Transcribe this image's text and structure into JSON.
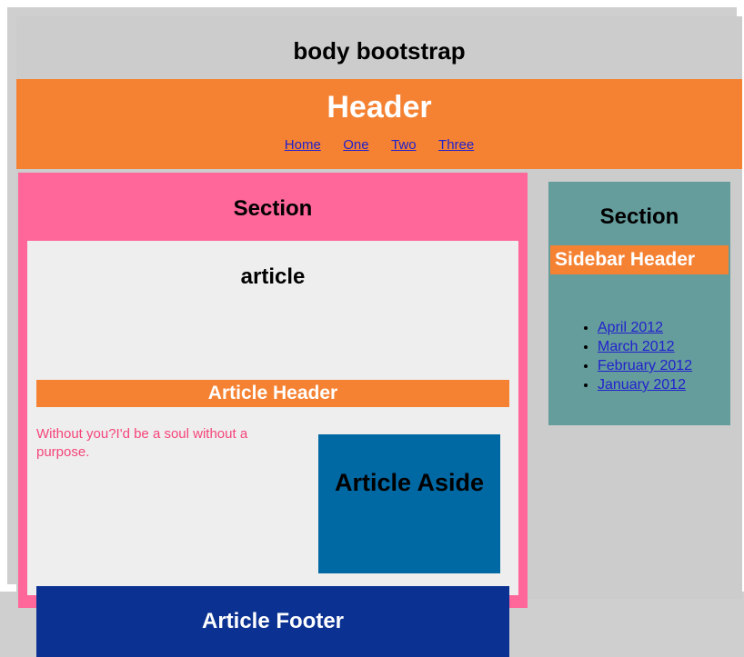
{
  "page": {
    "background_color": "#cfcfcf",
    "frame_color": "#ffffff",
    "body_background_color": "#cccccc",
    "title": "body bootstrap"
  },
  "header": {
    "title": "Header",
    "background_color": "#f58233",
    "text_color": "#ffffff",
    "nav": {
      "link_color": "#2222cc",
      "items": [
        {
          "label": "Home"
        },
        {
          "label": "One"
        },
        {
          "label": "Two"
        },
        {
          "label": "Three"
        }
      ]
    }
  },
  "section": {
    "title": "Section",
    "background_color": "#ff6699",
    "article": {
      "title": "article",
      "background_color": "#eeeeee",
      "header": {
        "title": "Article Header",
        "background_color": "#f58233",
        "text_color": "#ffffff"
      },
      "paragraph": "Without you?I'd be a soul without a purpose.",
      "paragraph_color": "#f5457a",
      "aside": {
        "title": "Article Aside",
        "background_color": "#0068a3",
        "text_color": "#000000"
      },
      "footer": {
        "title": "Article Footer",
        "background_color": "#0b3192",
        "text_color": "#ffffff"
      }
    }
  },
  "sidebar": {
    "title": "Section",
    "background_color": "#659c9c",
    "header": {
      "title": "Sidebar Header",
      "background_color": "#f58233",
      "text_color": "#ffffff"
    },
    "link_color": "#2222cc",
    "archives": [
      {
        "label": "April 2012"
      },
      {
        "label": "March 2012"
      },
      {
        "label": "February 2012"
      },
      {
        "label": "January 2012"
      }
    ]
  }
}
